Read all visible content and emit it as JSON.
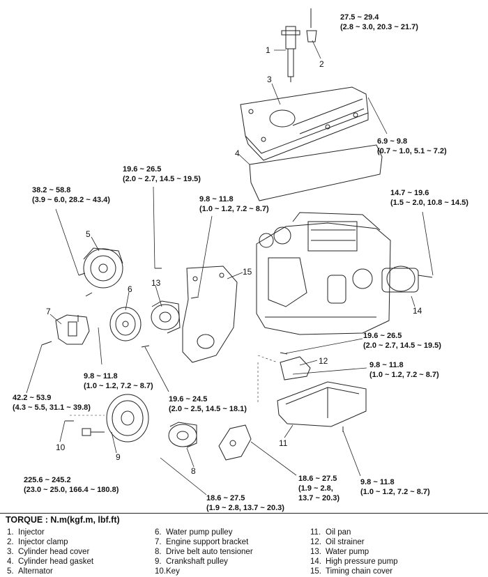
{
  "torques": {
    "t1": {
      "nm": "27.5 ~ 29.4",
      "alt": "(2.8 ~ 3.0, 20.3 ~ 21.7)"
    },
    "t2": {
      "nm": "6.9 ~ 9.8",
      "alt": "(0.7 ~ 1.0, 5.1 ~ 7.2)"
    },
    "t3": {
      "nm": "19.6 ~ 26.5",
      "alt": "(2.0 ~ 2.7, 14.5 ~ 19.5)"
    },
    "t4": {
      "nm": "38.2 ~ 58.8",
      "alt": "(3.9 ~ 6.0, 28.2 ~ 43.4)"
    },
    "t5": {
      "nm": "9.8 ~ 11.8",
      "alt": "(1.0 ~ 1.2, 7.2 ~ 8.7)"
    },
    "t6": {
      "nm": "14.7 ~ 19.6",
      "alt": "(1.5 ~ 2.0, 10.8 ~ 14.5)"
    },
    "t7": {
      "nm": "19.6 ~ 26.5",
      "alt": "(2.0 ~ 2.7, 14.5 ~ 19.5)"
    },
    "t8": {
      "nm": "9.8 ~ 11.8",
      "alt": "(1.0 ~ 1.2, 7.2 ~ 8.7)"
    },
    "t9": {
      "nm": "9.8 ~ 11.8",
      "alt": "(1.0 ~ 1.2, 7.2 ~ 8.7)"
    },
    "t10": {
      "nm": "19.6 ~ 24.5",
      "alt": "(2.0 ~ 2.5, 14.5 ~ 18.1)"
    },
    "t11": {
      "nm": "42.2 ~ 53.9",
      "alt": "(4.3 ~ 5.5, 31.1 ~ 39.8)"
    },
    "t12": {
      "nm": "225.6 ~ 245.2",
      "alt": "(23.0 ~ 25.0, 166.4 ~ 180.8)"
    },
    "t13": {
      "nm": "18.6 ~ 27.5",
      "alt": "(1.9 ~ 2.8, 13.7 ~ 20.3)"
    },
    "t14": {
      "nm": "18.6 ~ 27.5",
      "alt1": "(1.9 ~ 2.8,",
      "alt2": "13.7 ~ 20.3)"
    },
    "t15": {
      "nm": "9.8 ~ 11.8",
      "alt": "(1.0 ~ 1.2, 7.2 ~ 8.7)"
    }
  },
  "callouts": [
    "1",
    "2",
    "3",
    "4",
    "5",
    "6",
    "7",
    "8",
    "9",
    "10",
    "11",
    "12",
    "13",
    "14",
    "15"
  ],
  "footer": {
    "title": "TORQUE : N.m(kgf.m, lbf.ft)",
    "legend": [
      {
        "n": "1.",
        "label": "Injector"
      },
      {
        "n": "2.",
        "label": "Injector clamp"
      },
      {
        "n": "3.",
        "label": "Cylinder head cover"
      },
      {
        "n": "4.",
        "label": "Cylinder head gasket"
      },
      {
        "n": "5.",
        "label": "Alternator"
      },
      {
        "n": "6.",
        "label": "Water pump pulley"
      },
      {
        "n": "7.",
        "label": "Engine support bracket"
      },
      {
        "n": "8.",
        "label": "Drive belt auto tensioner"
      },
      {
        "n": "9.",
        "label": "Crankshaft pulley"
      },
      {
        "n": "10.",
        "label": "Key"
      },
      {
        "n": "11.",
        "label": "Oil pan"
      },
      {
        "n": "12.",
        "label": "Oil strainer"
      },
      {
        "n": "13.",
        "label": "Water pump"
      },
      {
        "n": "14.",
        "label": "High pressure pump"
      },
      {
        "n": "15.",
        "label": "Timing chain cover"
      }
    ]
  }
}
